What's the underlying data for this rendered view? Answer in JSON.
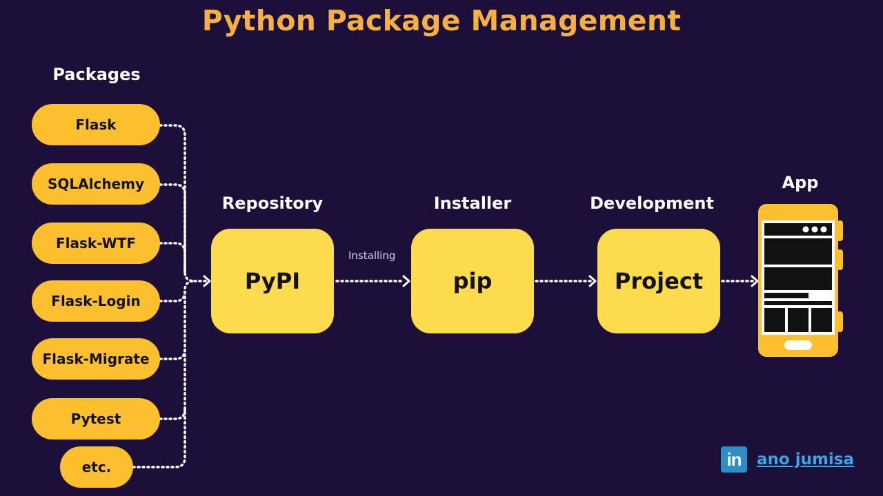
{
  "title": "Python Package Management",
  "packages_heading": "Packages",
  "packages": [
    "Flask",
    "SQLAlchemy",
    "Flask-WTF",
    "Flask-Login",
    "Flask-Migrate",
    "Pytest",
    "etc."
  ],
  "stages": {
    "repository": {
      "heading": "Repository",
      "label": "PyPI"
    },
    "installer": {
      "heading": "Installer",
      "label": "pip"
    },
    "development": {
      "heading": "Development",
      "label": "Project"
    },
    "app": {
      "heading": "App"
    }
  },
  "edge_label": "Installing",
  "brand": {
    "icon_text": "in",
    "name": "ano jumisa"
  },
  "colors": {
    "background": "#1c0f3a",
    "title": "#f5b041",
    "package": "#fcc02e",
    "stage": "#fcdc4c",
    "link": "#3ea5e6"
  }
}
